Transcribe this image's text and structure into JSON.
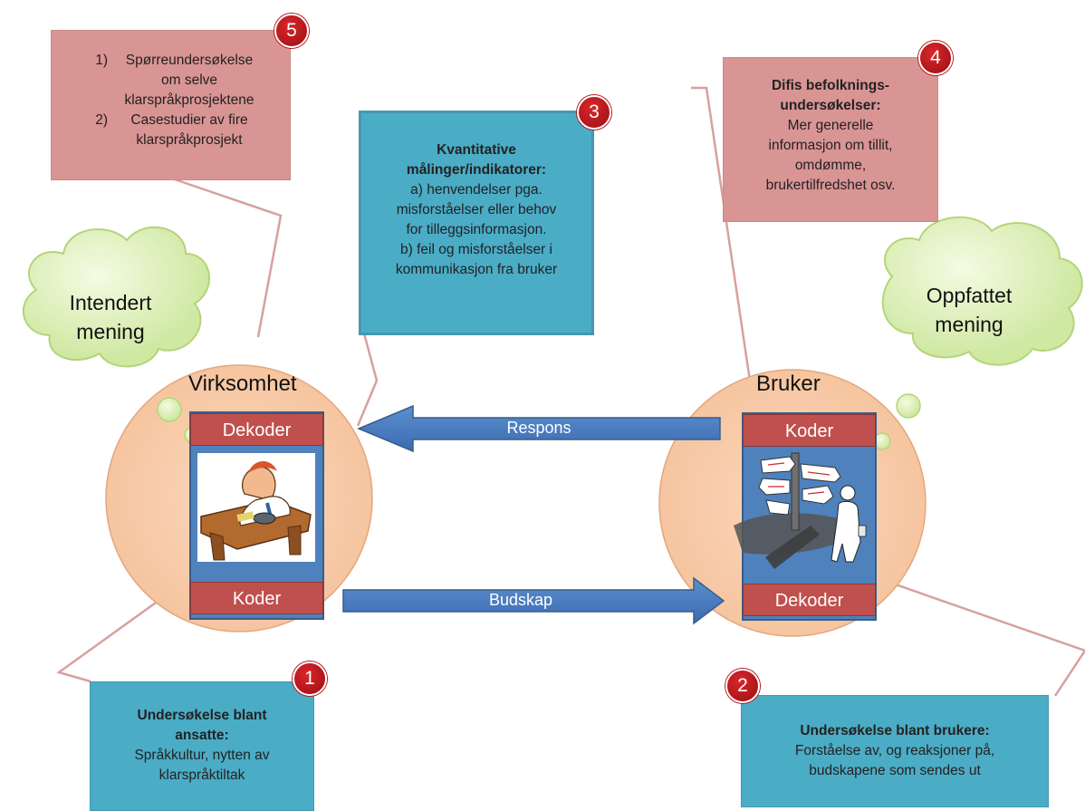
{
  "clouds": {
    "left": "Intendert mening",
    "left_line1": "Intendert",
    "left_line2": "mening",
    "right_line1": "Oppfattet",
    "right_line2": "mening"
  },
  "actors": {
    "sender": {
      "title": "Virksomhet",
      "top_label": "Dekoder",
      "bottom_label": "Koder"
    },
    "receiver": {
      "title": "Bruker",
      "top_label": "Koder",
      "bottom_label": "Dekoder"
    }
  },
  "arrows": {
    "response": "Respons",
    "message": "Budskap"
  },
  "boxes": {
    "b1": {
      "badge": "1",
      "heading": "Undersøkelse blant ansatte:",
      "heading_l1": "Undersøkelse blant",
      "heading_l2": "ansatte:",
      "body_l1": "Språkkultur, nytten av",
      "body_l2": "klarspråktiltak"
    },
    "b2": {
      "badge": "2",
      "heading": "Undersøkelse blant brukere:",
      "body_l1": "Forståelse av, og reaksjoner på,",
      "body_l2": "budskapene som sendes ut"
    },
    "b3": {
      "badge": "3",
      "heading_l1": "Kvantitative",
      "heading_l2": "målinger/indikatorer:",
      "body": [
        "a) henvendelser pga.",
        "misforståelser eller behov",
        "for tilleggsinformasjon.",
        "b) feil og misforståelser i",
        "kommunikasjon fra bruker"
      ]
    },
    "b4": {
      "badge": "4",
      "heading_l1": "Difis befolknings-",
      "heading_l2": "undersøkelser:",
      "body": [
        "Mer generelle",
        "informasjon om tillit,",
        "omdømme,",
        "brukertilfredshet osv."
      ]
    },
    "b5": {
      "badge": "5",
      "items": [
        "Spørreundersøkelse om selve klarspråkprosjektene",
        "Casestudier av fire klarspråkprosjekt"
      ],
      "item1_l1": "Spørreundersøkelse",
      "item1_l2": "om selve",
      "item1_l3": "klarspråkprosjektene",
      "item2_l1": "Casestudier av fire",
      "item2_l2": "klarspråkprosjekt"
    }
  },
  "colors": {
    "pink_box": "#d99594",
    "teal_box": "#4bacc6",
    "arrow_blue": "#4f81bd",
    "bar_red": "#c0504d",
    "circle_peach": "#f8cbad",
    "cloud_green": "#eaf7cf",
    "badge_red": "#c0161b"
  }
}
